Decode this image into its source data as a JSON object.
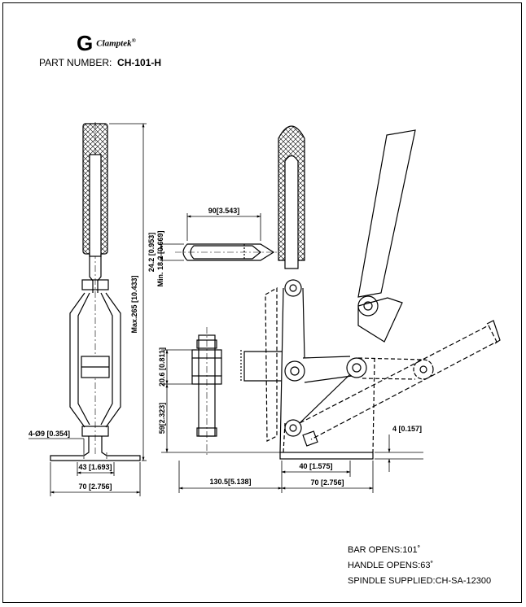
{
  "brand": {
    "mark": "G",
    "name": "Clamptek",
    "reg": "®"
  },
  "part": {
    "label": "PART NUMBER:",
    "number": "CH-101-H"
  },
  "dims": {
    "max_height": "Max.265 [10.433]",
    "hole": "4-Ø9 [0.354]",
    "w43": "43 [1.693]",
    "w70_left": "70 [2.756]",
    "len90": "90[3.543]",
    "d24": "24.2 [0.953]",
    "d18": "Min. 18.2 [0.669]",
    "h20": "20.6 [0.811]",
    "h59": "59[2.323]",
    "w130": "130.5[5.138]",
    "w40": "40 [1.575]",
    "w70_right": "70 [2.756]",
    "t4": "4 [0.157]"
  },
  "notes": {
    "bar_opens": "BAR OPENS:101˚",
    "handle_opens": "HANDLE OPENS:63˚",
    "spindle": "SPINDLE SUPPLIED:CH-SA-12300"
  }
}
